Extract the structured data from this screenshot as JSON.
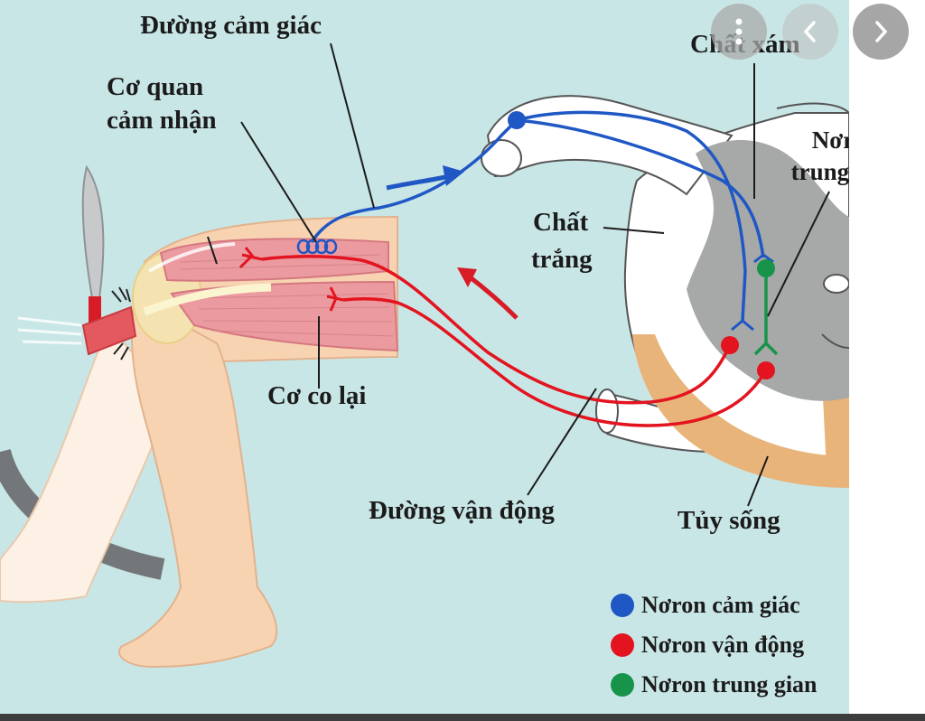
{
  "labels": {
    "sensory_path": "Đường cảm giác",
    "receptor_line1": "Cơ quan",
    "receptor_line2": "cảm nhận",
    "gray_matter": "Chất xám",
    "interneuron_line1": "Nơron",
    "interneuron_line2": "trung gian",
    "white_matter_line1": "Chất",
    "white_matter_line2": "trắng",
    "muscle_contract": "Cơ co lại",
    "motor_path": "Đường vận động",
    "spinal_cord": "Tủy sống"
  },
  "legend": [
    {
      "label": "Nơron cảm giác",
      "color": "#1f57c4"
    },
    {
      "label": "Nơron vận động",
      "color": "#e3141f"
    },
    {
      "label": "Nơron trung gian",
      "color": "#17944a"
    }
  ],
  "nav": {
    "more_icon": "more-vertical-icon",
    "prev_icon": "chevron-left-icon",
    "next_icon": "chevron-right-icon"
  },
  "colors": {
    "background": "#c9e6e6",
    "skin": "#f8d3b2",
    "muscle": "#eb9aa0",
    "gray_matter": "#a7a9a9",
    "white_matter": "#ffffff",
    "sensory": "#1f57c4",
    "motor": "#e3141f",
    "inter": "#17944a"
  }
}
